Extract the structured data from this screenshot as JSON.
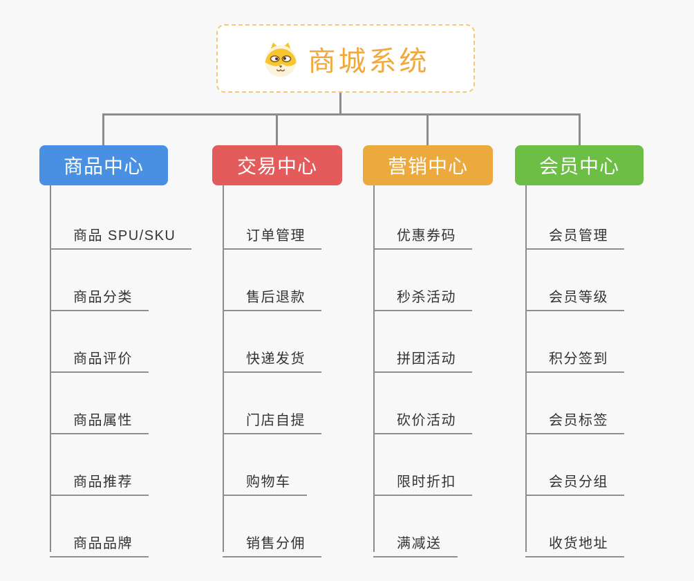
{
  "root": {
    "label": "商城系统",
    "icon": "shiba-dog-icon",
    "text_color": "#F0A93C",
    "border_color": "#F3C779",
    "background": "#FFFFFF"
  },
  "branches": [
    {
      "label": "商品中心",
      "color": "#4A90E2",
      "children": [
        "商品 SPU/SKU",
        "商品分类",
        "商品评价",
        "商品属性",
        "商品推荐",
        "商品品牌"
      ]
    },
    {
      "label": "交易中心",
      "color": "#E45B5B",
      "children": [
        "订单管理",
        "售后退款",
        "快递发货",
        "门店自提",
        "购物车",
        "销售分佣"
      ]
    },
    {
      "label": "营销中心",
      "color": "#EBA93E",
      "children": [
        "优惠券码",
        "秒杀活动",
        "拼团活动",
        "砍价活动",
        "限时折扣",
        "满减送"
      ]
    },
    {
      "label": "会员中心",
      "color": "#6CBE45",
      "children": [
        "会员管理",
        "会员等级",
        "积分签到",
        "会员标签",
        "会员分组",
        "收货地址"
      ]
    }
  ],
  "colors": {
    "canvas_background": "#F8F8F8",
    "connector_line": "#8C8C8C",
    "child_underline": "#8E8E8E",
    "child_text": "#333333",
    "branch_text": "#FFFFFF"
  }
}
